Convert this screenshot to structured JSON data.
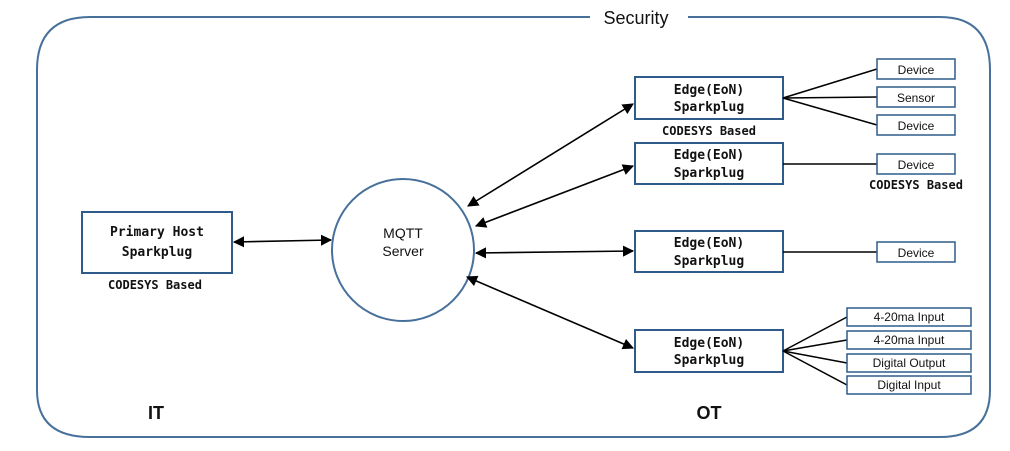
{
  "diagram": {
    "title": "Security",
    "zones": {
      "left": "IT",
      "right": "OT"
    },
    "server": {
      "line1": "MQTT",
      "line2": "Server"
    },
    "primary_host": {
      "line1": "Primary Host",
      "line2": "Sparkplug",
      "caption": "CODESYS Based"
    },
    "edges": [
      {
        "line1": "Edge(EoN)",
        "line2": "Sparkplug",
        "caption": "CODESYS Based"
      },
      {
        "line1": "Edge(EoN)",
        "line2": "Sparkplug",
        "caption": ""
      },
      {
        "line1": "Edge(EoN)",
        "line2": "Sparkplug",
        "caption": ""
      },
      {
        "line1": "Edge(EoN)",
        "line2": "Sparkplug",
        "caption": ""
      }
    ],
    "devices": {
      "edge1": [
        "Device",
        "Sensor",
        "Device"
      ],
      "edge2": {
        "label": "Device",
        "caption": "CODESYS Based"
      },
      "edge3": "Device",
      "edge4": [
        "4-20ma Input",
        "4-20ma Input",
        "Digital Output",
        "Digital Input"
      ]
    },
    "colors": {
      "frame": "#47709b",
      "box_border": "#2e5b8a",
      "text": "#111111",
      "arrow": "#000000"
    }
  }
}
